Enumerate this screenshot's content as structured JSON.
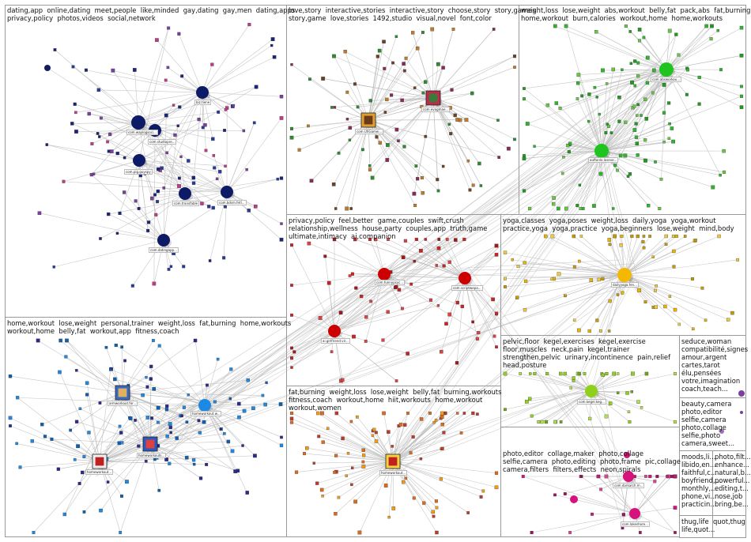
{
  "colors": {
    "edge": "#bdbdbd",
    "box_border": "#9a9a9a",
    "navy": "#0d1a66",
    "dark_navy": "#141e5c",
    "green": "#1fc41f",
    "red": "#cc0000",
    "yellow": "#f5b800",
    "lime": "#8fd11a",
    "blue": "#1e88e5",
    "magenta": "#d6137c",
    "purple": "#7b3fa0"
  },
  "groups": [
    {
      "id": "g1",
      "keywords": [
        "dating,app  online,dating  meet,people  like,minded  gay,dating  gay,men  dating,apps",
        "privacy,policy  photos,videos  social,network"
      ]
    },
    {
      "id": "g2",
      "keywords": [
        "love,story  interactive,stories  interactive,story  choose,story  story,games",
        "story,game  love,stories  1492,studio  visual,novel  font,color"
      ]
    },
    {
      "id": "g3",
      "keywords": [
        "weight,loss  lose,weight  abs,workout  belly,fat  pack,abs  fat,burning",
        "home,workout  burn,calories  workout,home  home,workouts"
      ]
    },
    {
      "id": "g4",
      "keywords": [
        "privacy,policy  feel,better  game,couples  swift,crush",
        "relationship,wellness  house,party  couples,app  truth,game",
        "ultimate,intimacy  ai,companion"
      ]
    },
    {
      "id": "g5",
      "keywords": [
        "yoga,classes  yoga,poses  weight,loss  daily,yoga  yoga,workout",
        "practice,yoga  yoga,practice  yoga,beginners  lose,weight  mind,body"
      ]
    },
    {
      "id": "g6",
      "keywords": [
        "home,workout  lose,weight  personal,trainer  weight,loss  fat,burning  home,workouts",
        "workout,home  belly,fat  workout,app  fitness,coach"
      ]
    },
    {
      "id": "g7",
      "keywords": [
        "pelvic,floor  kegel,exercises  kegel,exercise",
        "floor,muscles  neck,pain  kegel,trainer",
        "strengthen,pelvic  urinary,incontinence  pain,relief",
        "head,posture"
      ]
    },
    {
      "id": "g8",
      "keywords": [
        "seduce,woman",
        "compatibilité,signes",
        "amour,argent",
        "cartes,tarot",
        "élu,pensées",
        "votre,imagination",
        "coach,teach..."
      ]
    },
    {
      "id": "g9",
      "keywords": [
        "fat,burning  weight,loss  lose,weight  belly,fat  burning,workouts",
        "fitness,coach  workout,home  hiit,workouts  home,workout",
        "workout,women"
      ]
    },
    {
      "id": "g10",
      "keywords": [
        "beauty,camera",
        "photo,editor",
        "selfie,camera",
        "photo,collage",
        "selfie,photo",
        "camera,sweet..."
      ]
    },
    {
      "id": "g11",
      "keywords": [
        "photo,editor  collage,maker  photo,collage",
        "selfie,camera  photo,editing  photo,frame  pic,collage",
        "camera,filters  filters,effects  neon,spirals"
      ]
    },
    {
      "id": "g12",
      "keywords": [
        "moods,li...",
        "libido,en...",
        "faithful,c...",
        "boyfriend,...",
        "monthly,...",
        "phone,vi...",
        "practicin..."
      ]
    },
    {
      "id": "g13",
      "keywords": [
        "photo,filt...",
        "enhance...",
        "natural,b...",
        "powerful...",
        "editing,t...",
        "nose,job",
        "bring,be..."
      ]
    },
    {
      "id": "g14",
      "keywords": [
        "thug,life  quot,thug",
        "life,quot..."
      ]
    }
  ],
  "hubs": [
    {
      "id": "n1",
      "label": "com.waplogsoci...",
      "color": "navy"
    },
    {
      "id": "n2",
      "label": "com.studiopre...",
      "color": "navy"
    },
    {
      "id": "n3",
      "label": "biz.tiene",
      "color": "navy"
    },
    {
      "id": "n4",
      "label": "com.pig.guyspy",
      "color": "navy"
    },
    {
      "id": "n5",
      "label": "com.transfable",
      "color": "navy"
    },
    {
      "id": "n6",
      "label": "com.bdsm.fetl...",
      "color": "navy"
    },
    {
      "id": "n7",
      "label": "com.datingapp...",
      "color": "navy"
    },
    {
      "id": "n8",
      "label": "com.UXGamei...",
      "color": "img"
    },
    {
      "id": "n9",
      "label": "com.evagmae...",
      "color": "img"
    },
    {
      "id": "n10",
      "label": "com.absworkou...",
      "color": "green"
    },
    {
      "id": "n11",
      "label": "auftonlo.loseve...",
      "color": "green"
    },
    {
      "id": "n12",
      "label": "com.funnypsyc...",
      "color": "red"
    },
    {
      "id": "n13",
      "label": "com.scriptwepa...",
      "color": "red"
    },
    {
      "id": "n14",
      "label": "ai.girlfriend.vir...",
      "color": "red"
    },
    {
      "id": "n15",
      "label": "dailyyoga.fen...",
      "color": "yellow"
    },
    {
      "id": "n16",
      "label": "armworkout.for...",
      "color": "img"
    },
    {
      "id": "n17",
      "label": "homeworkout.w...",
      "color": "blue"
    },
    {
      "id": "n18",
      "label": "homeworkouts...",
      "color": "img"
    },
    {
      "id": "n19",
      "label": "homeworkout...",
      "color": "img"
    },
    {
      "id": "n20",
      "label": "com.kegel.keg...",
      "color": "lime"
    },
    {
      "id": "n21",
      "label": "homeworkout...",
      "color": "img"
    },
    {
      "id": "n22",
      "label": "com.darkarch.m...",
      "color": "magenta"
    },
    {
      "id": "n23",
      "label": "com.lakeshore...",
      "color": "magenta"
    }
  ]
}
